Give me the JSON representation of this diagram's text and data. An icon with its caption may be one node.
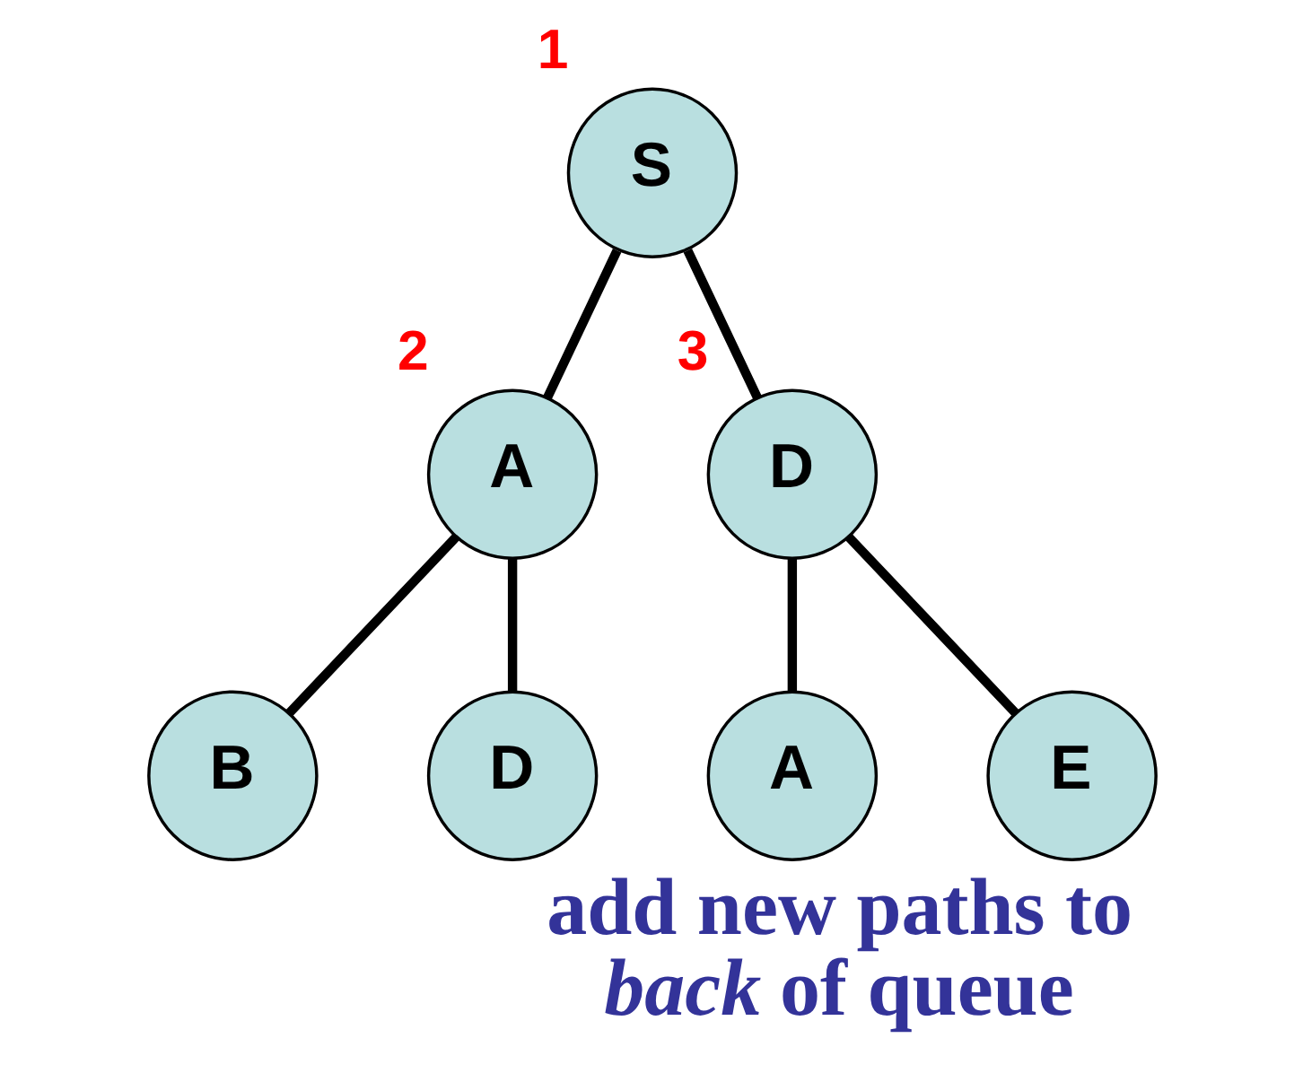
{
  "diagram": {
    "caption": "add new paths to *back* of queue",
    "nodes": [
      {
        "text": [
          "S"
        ],
        "beside": [
          "1"
        ]
      },
      {
        "text": [
          "A"
        ],
        "beside": [
          "2"
        ]
      },
      {
        "text": [
          "D"
        ],
        "beside": [
          "3"
        ]
      },
      {
        "text": [
          "B"
        ]
      },
      {
        "text": [
          "D"
        ]
      },
      {
        "text": [
          "A"
        ]
      },
      {
        "text": [
          "E"
        ]
      }
    ],
    "edges": [
      {
        "from": 0,
        "to": 1,
        "arrow": "none"
      },
      {
        "from": 0,
        "to": 2,
        "arrow": "none"
      },
      {
        "from": 1,
        "to": 3,
        "arrow": "none"
      },
      {
        "from": 1,
        "to": 4,
        "arrow": "none"
      },
      {
        "from": 2,
        "to": 5,
        "arrow": "none"
      },
      {
        "from": 2,
        "to": 6,
        "arrow": "none"
      }
    ]
  }
}
